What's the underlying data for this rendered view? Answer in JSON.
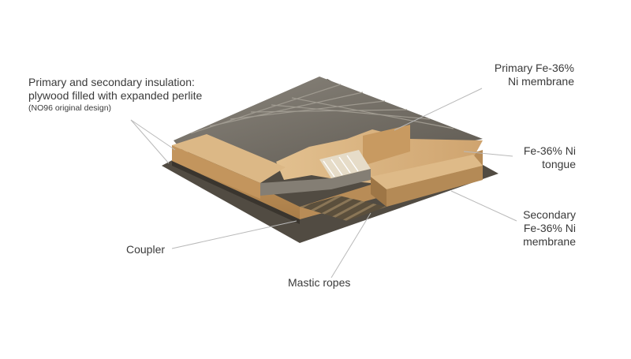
{
  "labels": {
    "insulation": {
      "line1": "Primary and secondary insulation:",
      "line2": "plywood filled with expanded perlite",
      "note": "(NO96 original design)"
    },
    "primary_membrane": {
      "line1": "Primary Fe-36%",
      "line2": "Ni membrane"
    },
    "tongue": {
      "line1": "Fe-36% Ni",
      "line2": "tongue"
    },
    "secondary_membrane": {
      "line1": "Secondary",
      "line2": "Fe-36% Ni",
      "line3": "membrane"
    },
    "coupler": "Coupler",
    "mastic": "Mastic ropes"
  },
  "colors": {
    "text": "#3a3a3a",
    "leader": "#b9b9b9",
    "membrane": "#757067",
    "plywood": "#d9b482",
    "plywood_dark": "#b48a56",
    "perlite": "#e8cfa4",
    "base": "#514b42"
  }
}
